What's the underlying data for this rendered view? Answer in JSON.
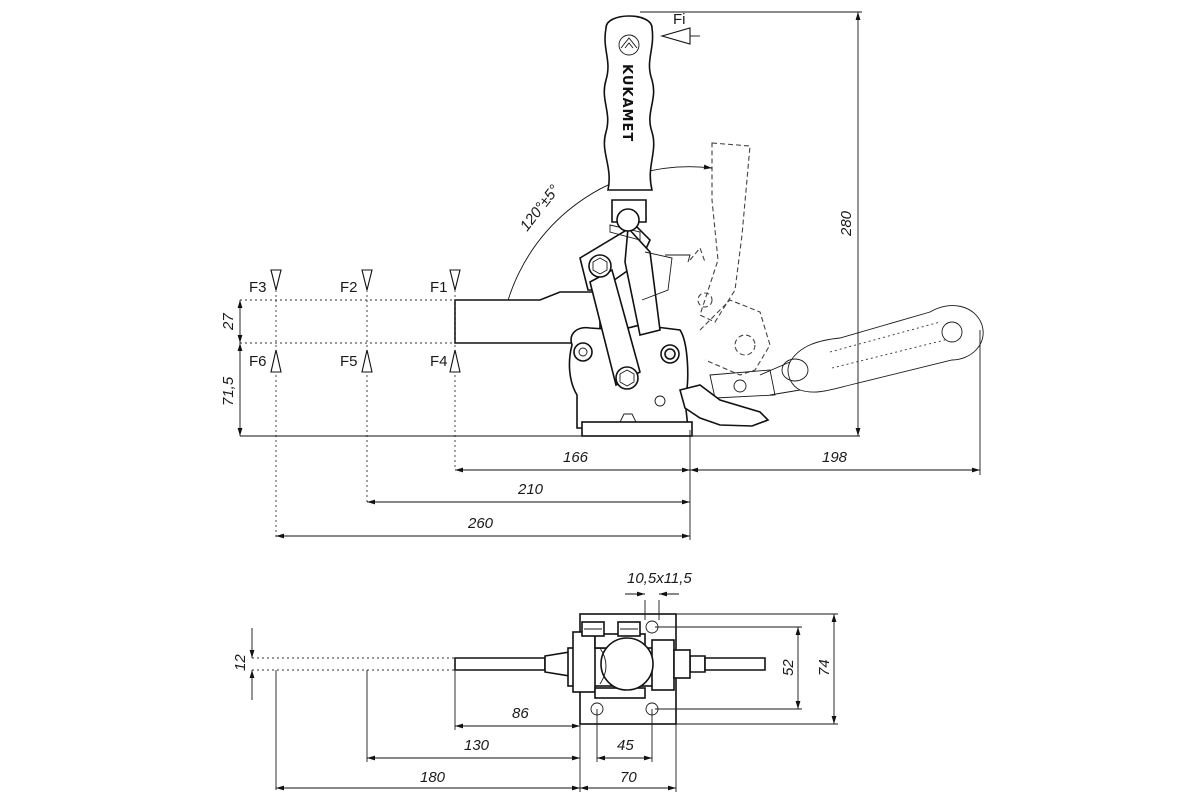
{
  "side_view": {
    "force_labels": [
      "F1",
      "F2",
      "F3",
      "F4",
      "F5",
      "F6"
    ],
    "fi_label": "Fi",
    "angle_label": "120°±5°",
    "handle_brand": "KUKAMET",
    "dims": {
      "height_overall": "280",
      "gap_upper": "27",
      "gap_lower": "71,5",
      "d166": "166",
      "d198": "198",
      "d210": "210",
      "d260": "260"
    }
  },
  "top_view": {
    "slot_label": "10,5x11,5",
    "dims": {
      "d12": "12",
      "d52": "52",
      "d74": "74",
      "d86": "86",
      "d130": "130",
      "d180": "180",
      "d45": "45",
      "d70": "70"
    }
  }
}
